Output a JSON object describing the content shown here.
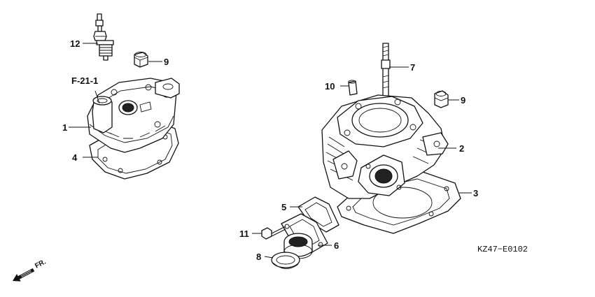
{
  "diagram": {
    "ref_code": "F-21-1",
    "drawing_code": "KZ47−E0102",
    "front_label": "FR.",
    "front_icon": "front-arrow-icon",
    "callouts": [
      {
        "id": "c1",
        "label": "1"
      },
      {
        "id": "c2",
        "label": "2"
      },
      {
        "id": "c3",
        "label": "3"
      },
      {
        "id": "c4",
        "label": "4"
      },
      {
        "id": "c5",
        "label": "5"
      },
      {
        "id": "c6",
        "label": "6"
      },
      {
        "id": "c7",
        "label": "7"
      },
      {
        "id": "c8",
        "label": "8"
      },
      {
        "id": "c9a",
        "label": "9"
      },
      {
        "id": "c9b",
        "label": "9"
      },
      {
        "id": "c10",
        "label": "10"
      },
      {
        "id": "c11",
        "label": "11"
      },
      {
        "id": "c12",
        "label": "12"
      }
    ]
  }
}
